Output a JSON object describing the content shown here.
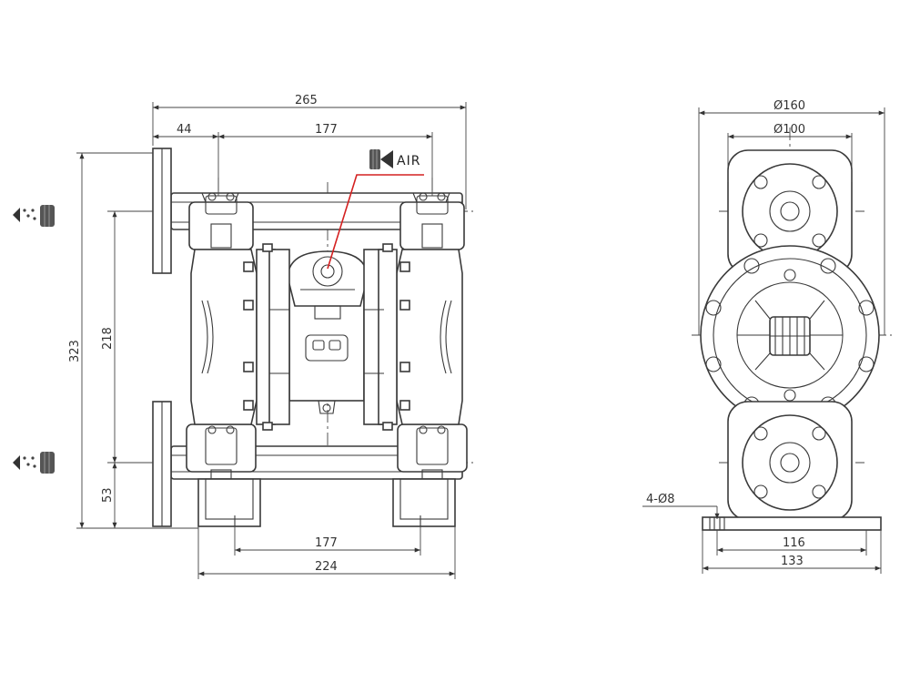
{
  "front_view": {
    "dims": {
      "overall_width": "265",
      "inlet_offset": "44",
      "port_spacing_top": "177",
      "overall_height": "323",
      "port_spacing_vertical": "218",
      "outlet_height": "53",
      "foot_spacing": "177",
      "base_width": "224"
    },
    "air_label": "AIR"
  },
  "side_view": {
    "dims": {
      "flange_outer_dia": "Ø160",
      "flange_bolt_dia": "Ø100",
      "mount_holes": "4-Ø8",
      "foot_hole_spacing": "116",
      "base_length": "133"
    }
  }
}
